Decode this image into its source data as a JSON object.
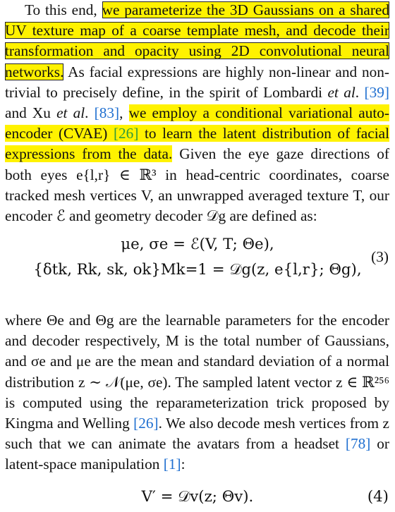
{
  "paragraph1": {
    "lead": "To this end,",
    "highlight1": "we parameterize the 3D Gaussians on a shared UV texture map of a coarse template mesh, and decode their transformation and opacity using 2D convolutional neural networks.",
    "text1": "As facial expressions are highly non-linear and non-trivial to precisely define, in the spirit of Lombardi",
    "etal": "et al",
    "cite39": "[39]",
    "and_xu": "and Xu",
    "cite83": "[83]",
    "highlight2a": "we employ a conditional variational auto-encoder (CVAE)",
    "cite26": "[26]",
    "highlight2b": "to learn the latent distribution of facial expressions from the data.",
    "text2": "Given the eye gaze directions of both eyes e{l,r} ∈ ℝ³ in head-centric coordinates, coarse tracked mesh vertices V, an unwrapped averaged texture T, our encoder ℰ and geometry decoder 𝒟g are defined as:"
  },
  "equation3": {
    "line1": "μe, σe = ℰ(V, T; Θe),",
    "line2": "{δtk, Rk, sk, ok}Mk=1 = 𝒟g(z, e{l,r}; Θg),",
    "number": "(3)"
  },
  "paragraph2": {
    "text1": "where Θe and Θg are the learnable parameters for the encoder and decoder respectively, M is the total number of Gaussians, and σe and μe are the mean and standard deviation of a normal distribution z ∼ 𝒩(μe, σe). The sampled latent vector z ∈ ℝ²⁵⁶ is computed using the reparameterization trick proposed by Kingma and Welling",
    "cite26": "[26]",
    "text2": ". We also decode mesh vertices from z such that we can animate the avatars from a headset",
    "cite78": "[78]",
    "text3": "or latent-space manipulation",
    "cite1": "[1]",
    "text4": ":"
  },
  "equation4": {
    "line1": "V′ = 𝒟v(z; Θv).",
    "number": "(4)"
  },
  "colors": {
    "highlight": "#fff200",
    "cite_blue": "#1f6fd0",
    "cite_green": "#2f9b3a"
  }
}
